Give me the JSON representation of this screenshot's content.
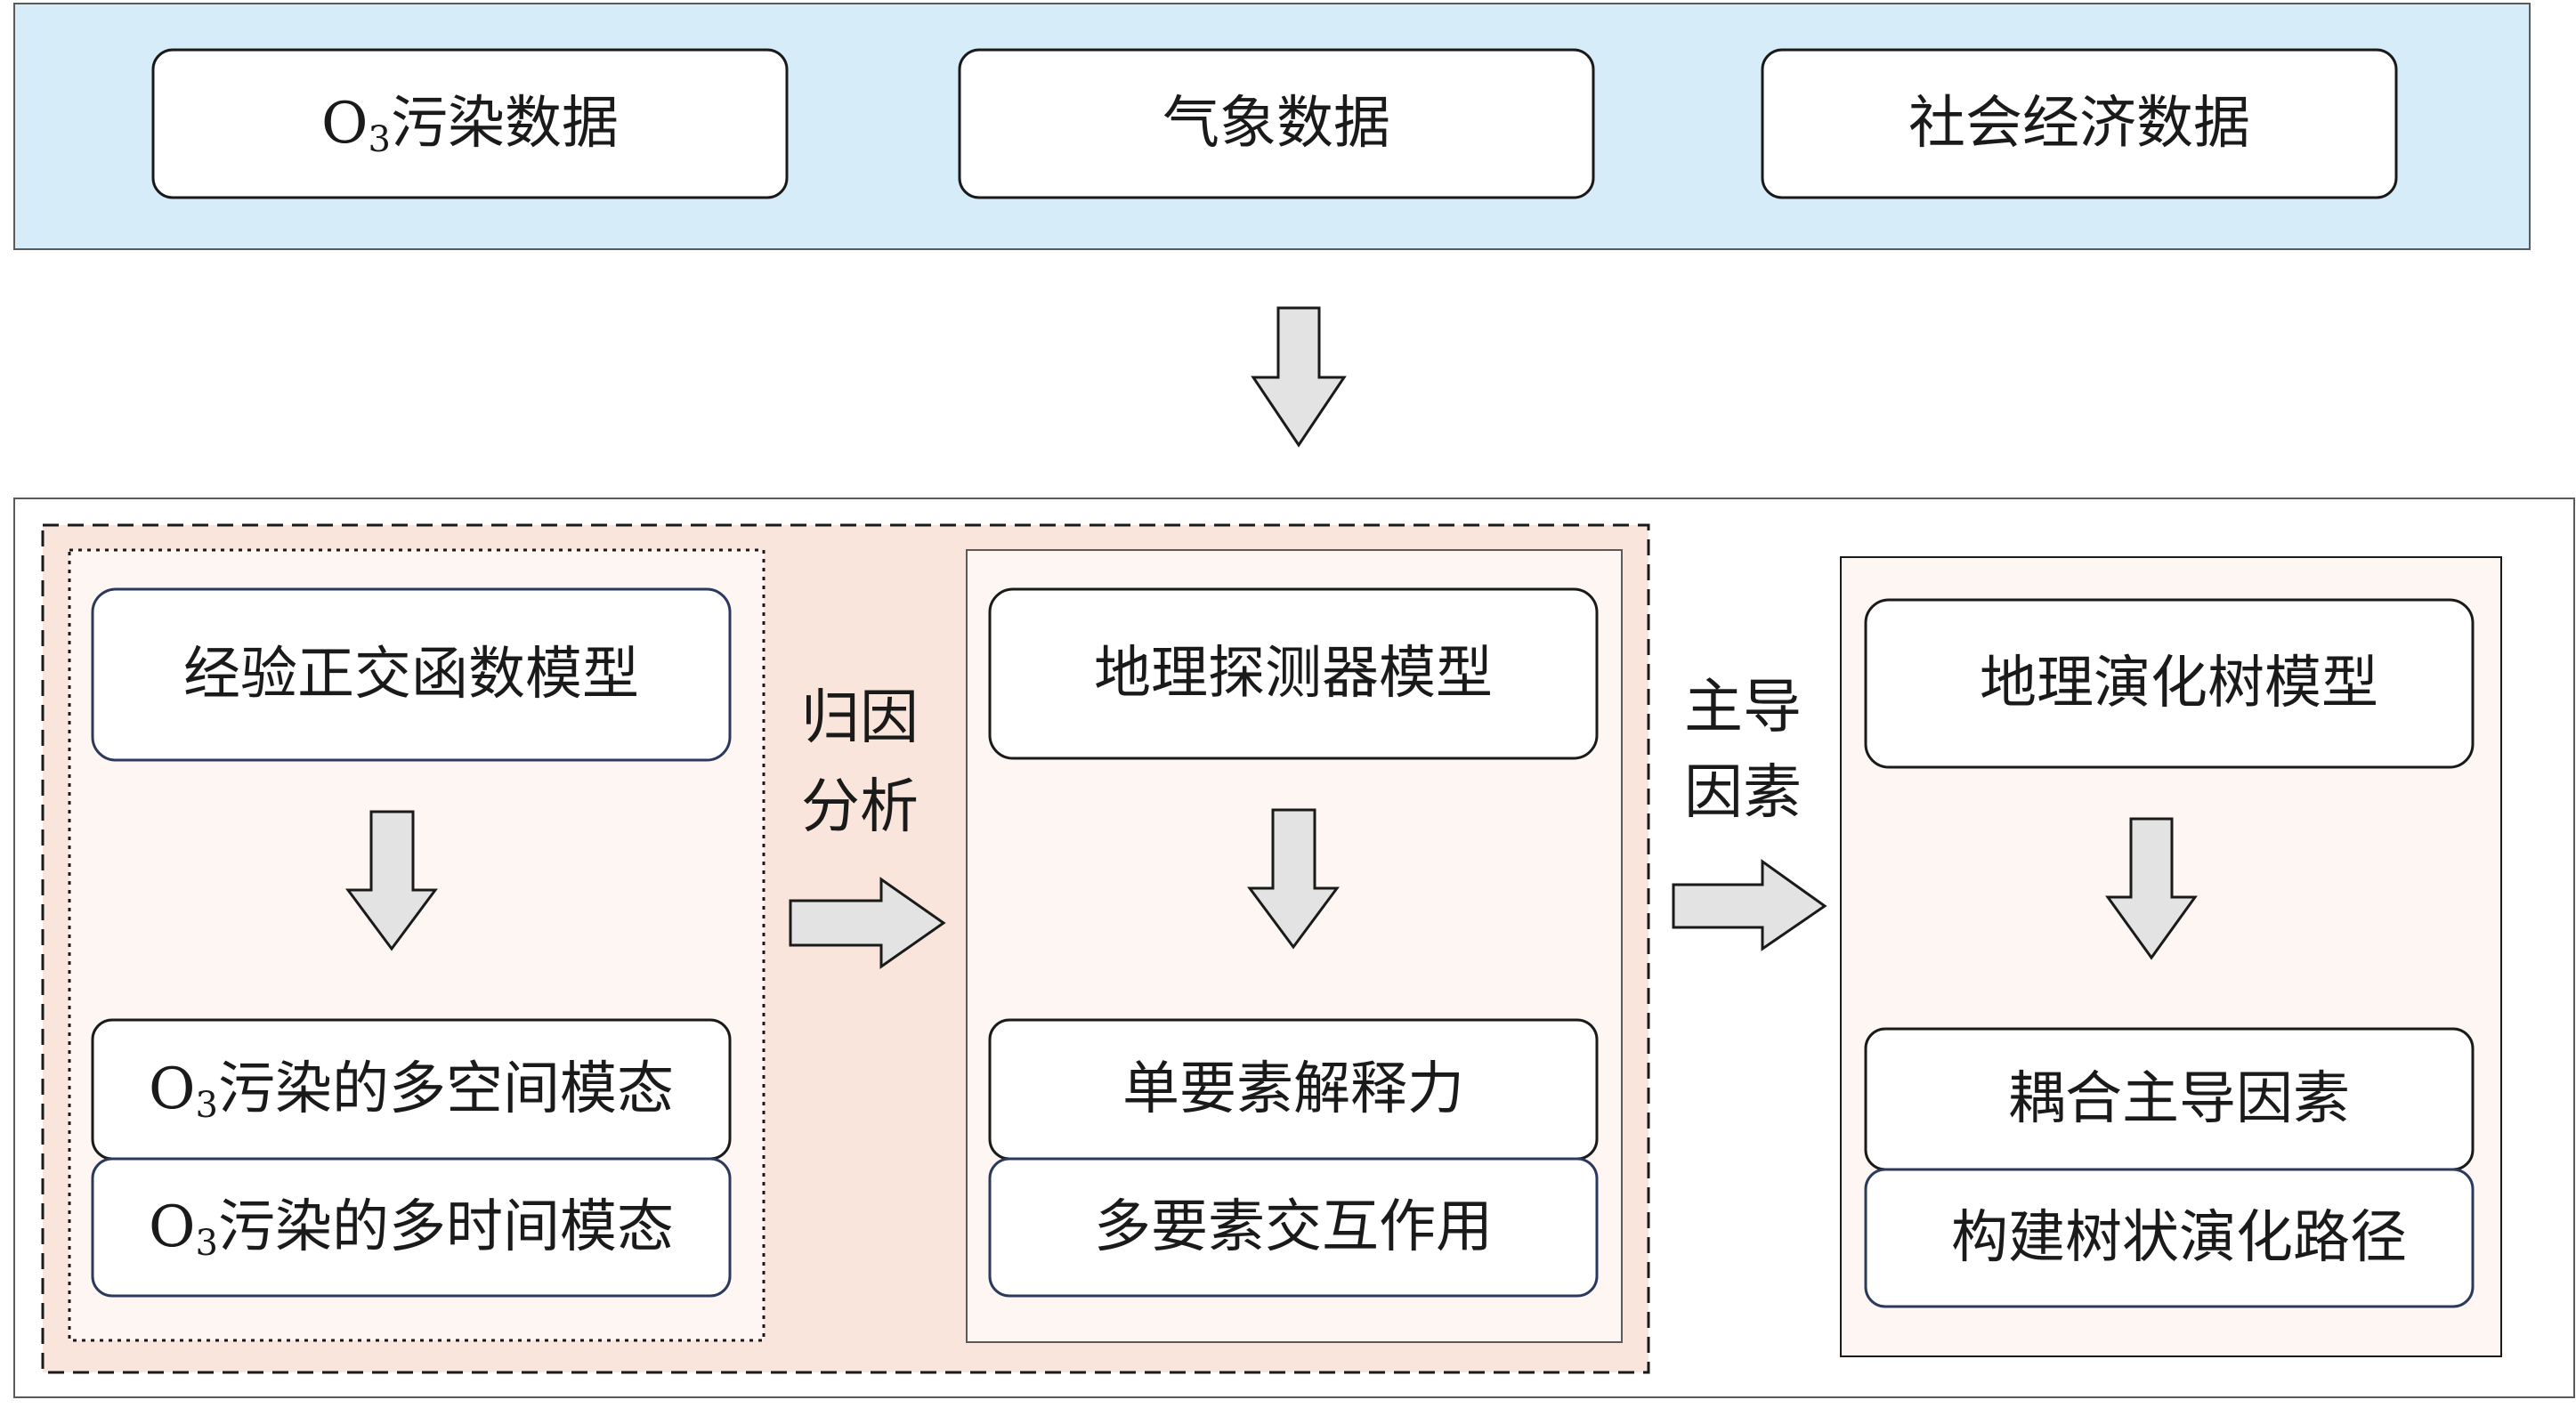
{
  "inputs": {
    "ozone_prefix": "O",
    "ozone_sub": "3",
    "ozone_suffix": "污染数据",
    "meteo": "气象数据",
    "socio": "社会经济数据"
  },
  "eof": {
    "title": "经验正交函数模型",
    "spatial_prefix": "O",
    "spatial_sub": "3",
    "spatial_suffix": "污染的多空间模态",
    "temporal_prefix": "O",
    "temporal_sub": "3",
    "temporal_suffix": "污染的多时间模态"
  },
  "attribution": {
    "line1": "归因",
    "line2": "分析"
  },
  "geodetector": {
    "title": "地理探测器模型",
    "single": "单要素解释力",
    "interaction": "多要素交互作用"
  },
  "dominant": {
    "line1": "主导",
    "line2": "因素"
  },
  "evolution_tree": {
    "title": "地理演化树模型",
    "coupling": "耦合主导因素",
    "path": "构建树状演化路径"
  },
  "colors": {
    "input_band": "#d6ecf9",
    "warm_band": "#f9e5db",
    "panel_fill": "#fdf6f2",
    "navy_border": "#2b3a5c",
    "arrow_fill": "#e3e3e3"
  }
}
